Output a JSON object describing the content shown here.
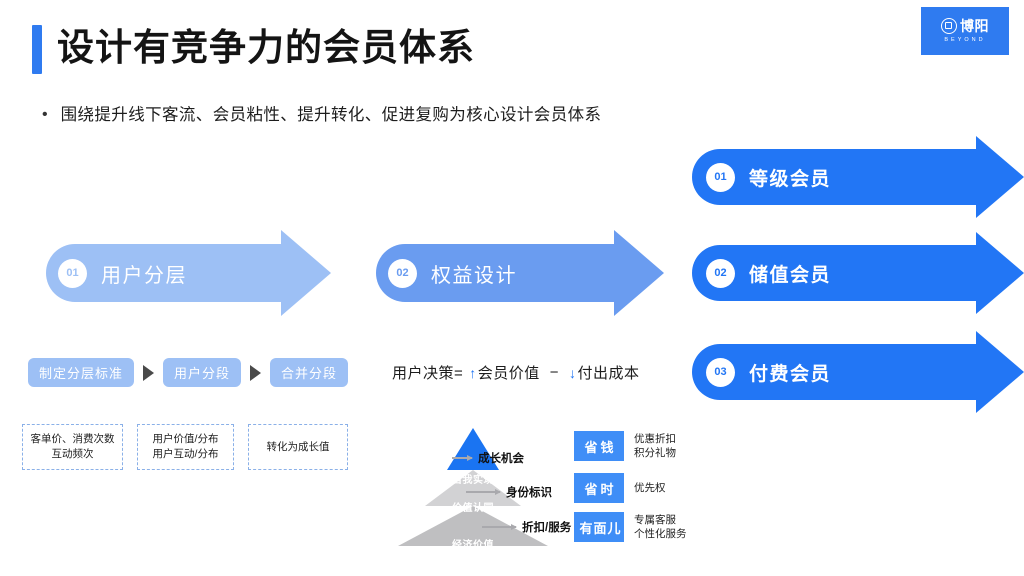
{
  "header": {
    "title": "设计有竞争力的会员体系",
    "bullet_marker": "•",
    "bullet_text": "围绕提升线下客流、会员粘性、提升转化、促进复购为核心设计会员体系",
    "accent_color": "#2f7bf0"
  },
  "logo": {
    "cn": "博阳",
    "en": "BEYOND",
    "background": "#2f7bf0"
  },
  "stages": [
    {
      "num": "01",
      "label": "用户分层",
      "color": "#9dc0f5"
    },
    {
      "num": "02",
      "label": "权益设计",
      "color": "#6a9cf0"
    }
  ],
  "member_types": [
    {
      "num": "01",
      "label": "等级会员",
      "color": "#2276f5"
    },
    {
      "num": "02",
      "label": "储值会员",
      "color": "#2276f5"
    },
    {
      "num": "03",
      "label": "付费会员",
      "color": "#2276f5"
    }
  ],
  "steps": [
    {
      "label": "制定分层标准"
    },
    {
      "label": "用户分段"
    },
    {
      "label": "合并分段"
    }
  ],
  "step_details": [
    {
      "line1": "客单价、消费次数",
      "line2": "互动频次"
    },
    {
      "line1": "用户价值/分布",
      "line2": "用户互动/分布"
    },
    {
      "line1": "转化为成长值",
      "line2": ""
    }
  ],
  "formula": {
    "lead": "用户决策=",
    "up_arrow": "↑",
    "positive": "会员价值",
    "minus": "−",
    "down_arrow": "↓",
    "negative": "付出成本"
  },
  "pyramid": {
    "tiers": [
      {
        "label": "自我实现",
        "outcome": "成长机会",
        "color": "#1a74f2"
      },
      {
        "label": "价值认同",
        "outcome": "身份标识",
        "color": "#d2d2d4"
      },
      {
        "label": "经济价值",
        "outcome": "折扣/服务",
        "color": "#bfbfc1"
      }
    ]
  },
  "benefits": [
    {
      "tag": "省钱",
      "line1": "优惠折扣",
      "line2": "积分礼物"
    },
    {
      "tag": "省时",
      "line1": "优先权",
      "line2": ""
    },
    {
      "tag": "有面儿",
      "line1": "专属客服",
      "line2": "个性化服务"
    }
  ]
}
